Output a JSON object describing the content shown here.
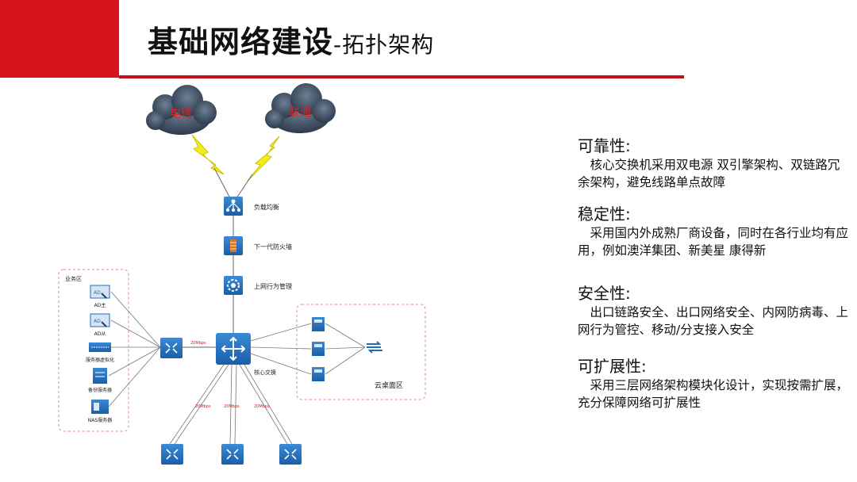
{
  "slide": {
    "title": "基础网络建设",
    "subtitle": "-拓扑架构"
  },
  "colors": {
    "accent_red": "#d7141d",
    "device_blue": "#1f6fb8",
    "cloud_dark": "#3a4a5e",
    "lightning": "#f2ee1a"
  },
  "diagram": {
    "clouds": [
      {
        "label": "电信",
        "icon": "cloud-icon"
      },
      {
        "label": "联通",
        "icon": "cloud-icon"
      }
    ],
    "chain": [
      {
        "label": "负载均衡",
        "icon": "load-balancer-icon"
      },
      {
        "label": "下一代防火墙",
        "icon": "firewall-icon"
      },
      {
        "label": "上网行为管理",
        "icon": "behavior-management-icon"
      }
    ],
    "core": {
      "label": "核心交换",
      "icon": "core-switch-icon"
    },
    "business_zone": {
      "title": "业务区",
      "items": [
        {
          "label": "AD主",
          "icon": "ad-server-icon",
          "tag": "AD"
        },
        {
          "label": "AD从",
          "icon": "ad-server-icon",
          "tag": "AD"
        },
        {
          "label": "服务器虚拟化",
          "icon": "virtualization-icon"
        },
        {
          "label": "备份服务器",
          "icon": "server-icon"
        },
        {
          "label": "NAS服务器",
          "icon": "nas-icon"
        }
      ]
    },
    "cloud_desktop_zone": {
      "title": "云桌面区",
      "servers": 3,
      "switch_icon": "access-switch-icon"
    },
    "link_speed": "20Mbps",
    "access_switches": 3
  },
  "features": [
    {
      "heading": "可靠性:",
      "body": "核心交换机采用双电源 双引擎架构、双链路冗余架构，避免线路单点故障"
    },
    {
      "heading": "稳定性:",
      "body": "采用国内外成熟厂商设备，同时在各行业均有应用，例如澳洋集团、新美星 康得新"
    },
    {
      "heading": "安全性:",
      "body": "出口链路安全、出口网络安全、内网防病毒、上网行为管控、移动/分支接入安全"
    },
    {
      "heading": "可扩展性:",
      "body": "采用三层网络架构模块化设计，实现按需扩展，充分保障网络可扩展性"
    }
  ]
}
